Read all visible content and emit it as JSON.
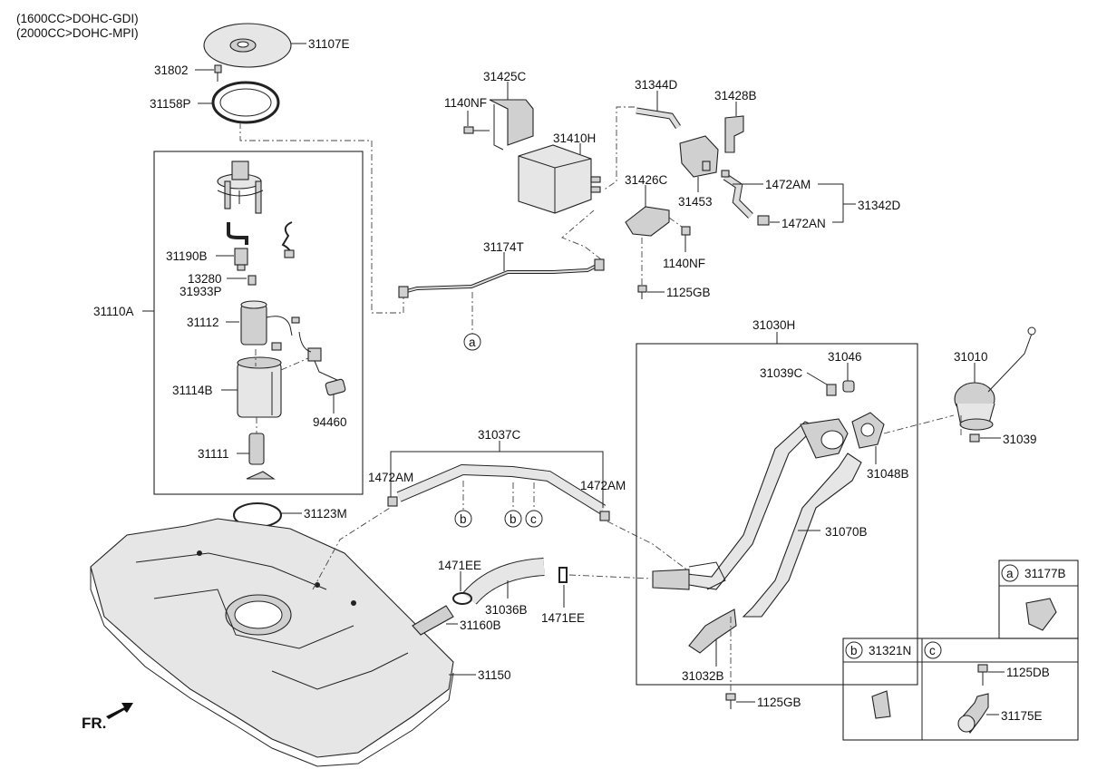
{
  "header": {
    "line1": "(1600CC>DOHC-GDI)",
    "line2": "(2000CC>DOHC-MPI)"
  },
  "labels": {
    "p31107E": "31107E",
    "p31802": "31802",
    "p31158P": "31158P",
    "p31425C": "31425C",
    "p1140NF_a": "1140NF",
    "p31410H": "31410H",
    "p31344D": "31344D",
    "p31428B": "31428B",
    "p31426C": "31426C",
    "p31453": "31453",
    "p1472AM_a": "1472AM",
    "p31342D": "31342D",
    "p1472AN": "1472AN",
    "p1140NF_b": "1140NF",
    "p1125GB_a": "1125GB",
    "p31174T": "31174T",
    "p31190B": "31190B",
    "p13280": "13280",
    "p31933P": "31933P",
    "p31110A": "31110A",
    "p31112": "31112",
    "p31114B": "31114B",
    "p94460": "94460",
    "p31111": "31111",
    "p31123M": "31123M",
    "p31030H": "31030H",
    "p31046": "31046",
    "p31039C": "31039C",
    "p31010": "31010",
    "p31039": "31039",
    "p31048B": "31048B",
    "p31070B": "31070B",
    "p31037C": "31037C",
    "p1472AM_b": "1472AM",
    "p1472AM_c": "1472AM",
    "p1471EE_a": "1471EE",
    "p31036B": "31036B",
    "p1471EE_b": "1471EE",
    "p31160B": "31160B",
    "p31150": "31150",
    "p31032B": "31032B",
    "p1125GB_b": "1125GB",
    "p31177B": "31177B",
    "p31321N": "31321N",
    "p1125DB": "1125DB",
    "p31175E": "31175E"
  },
  "callouts": {
    "a": "a",
    "b": "b",
    "c": "c"
  },
  "direction": {
    "front": "FR."
  }
}
